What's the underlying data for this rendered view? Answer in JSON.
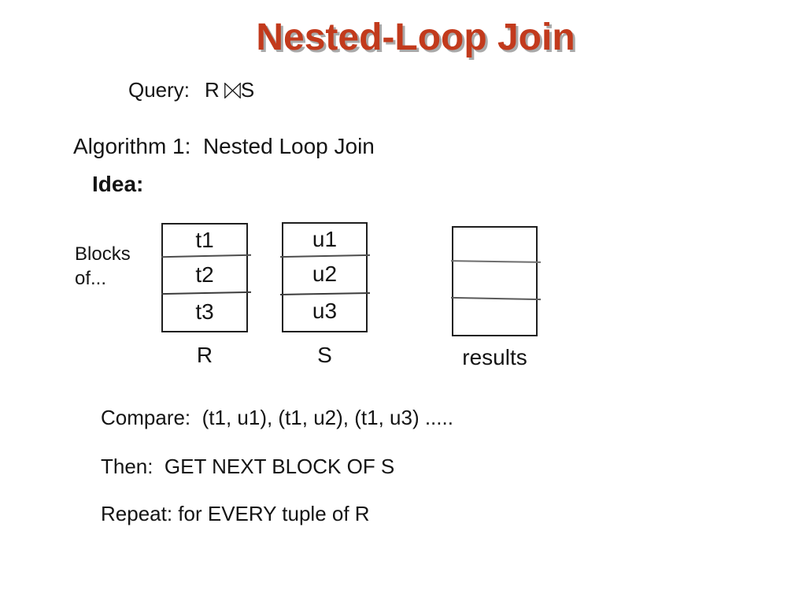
{
  "slide": {
    "title": "Nested-Loop Join",
    "title_color": "#c23a1c",
    "title_shadow_color": "#a9a9a9",
    "background_color": "#ffffff"
  },
  "query": {
    "label": "Query:",
    "left_relation": "R",
    "operator": "⋈",
    "operator_name": "natural-join-bowtie",
    "right_relation": "S"
  },
  "algorithm_heading": "Algorithm 1:  Nested Loop Join",
  "idea_label": "Idea:",
  "blocks_label": "Blocks\nof...",
  "tables": {
    "r": {
      "rows": [
        "t1",
        "t2",
        "t3"
      ],
      "caption": "R"
    },
    "s": {
      "rows": [
        "u1",
        "u2",
        "u3"
      ],
      "caption": "S"
    },
    "results": {
      "rows": [
        "",
        "",
        ""
      ],
      "caption": "results"
    }
  },
  "notes": {
    "compare": "Compare:  (t1, u1), (t1, u2), (t1, u3) .....",
    "then": "Then:  GET NEXT BLOCK OF S",
    "repeat": "Repeat: for EVERY tuple of R"
  }
}
